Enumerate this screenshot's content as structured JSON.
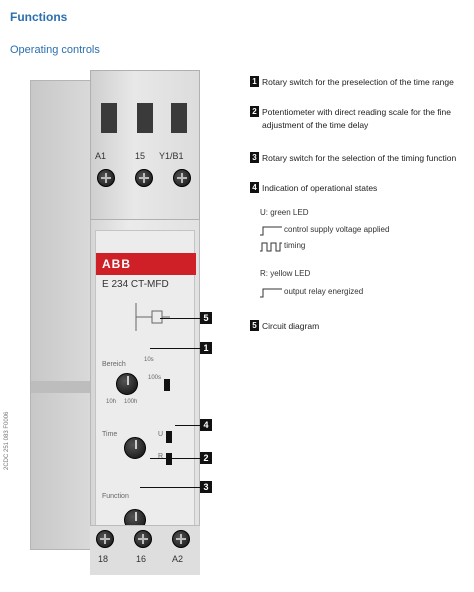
{
  "heading": "Functions",
  "subheading": "Operating controls",
  "device": {
    "terminals_top": [
      "A1",
      "15",
      "Y1/B1"
    ],
    "terminals_bottom": [
      "18",
      "16",
      "A2"
    ],
    "brand": "ABB",
    "model": "E 234   CT-MFD",
    "knob1_scale": [
      "10s",
      "100s",
      "10h",
      "100h"
    ],
    "knob2_label": "Time",
    "knob3_label": "Function",
    "side_code": "2CDC 251 083 F0006",
    "led_labels": [
      "U",
      "R"
    ]
  },
  "legend": {
    "item1": "Rotary switch for the preselection of the time range",
    "item2": "Potentiometer with direct reading scale for the fine adjustment of the time delay",
    "item3": "Rotary switch for the selection of the timing function",
    "item4": "Indication of operational states",
    "u_led": "U: green LED",
    "u_state1": "control supply voltage applied",
    "u_state2": "timing",
    "r_led": "R: yellow LED",
    "r_state1": "output relay energized",
    "item5": "Circuit diagram",
    "numbers": [
      "1",
      "2",
      "3",
      "4",
      "5"
    ]
  }
}
